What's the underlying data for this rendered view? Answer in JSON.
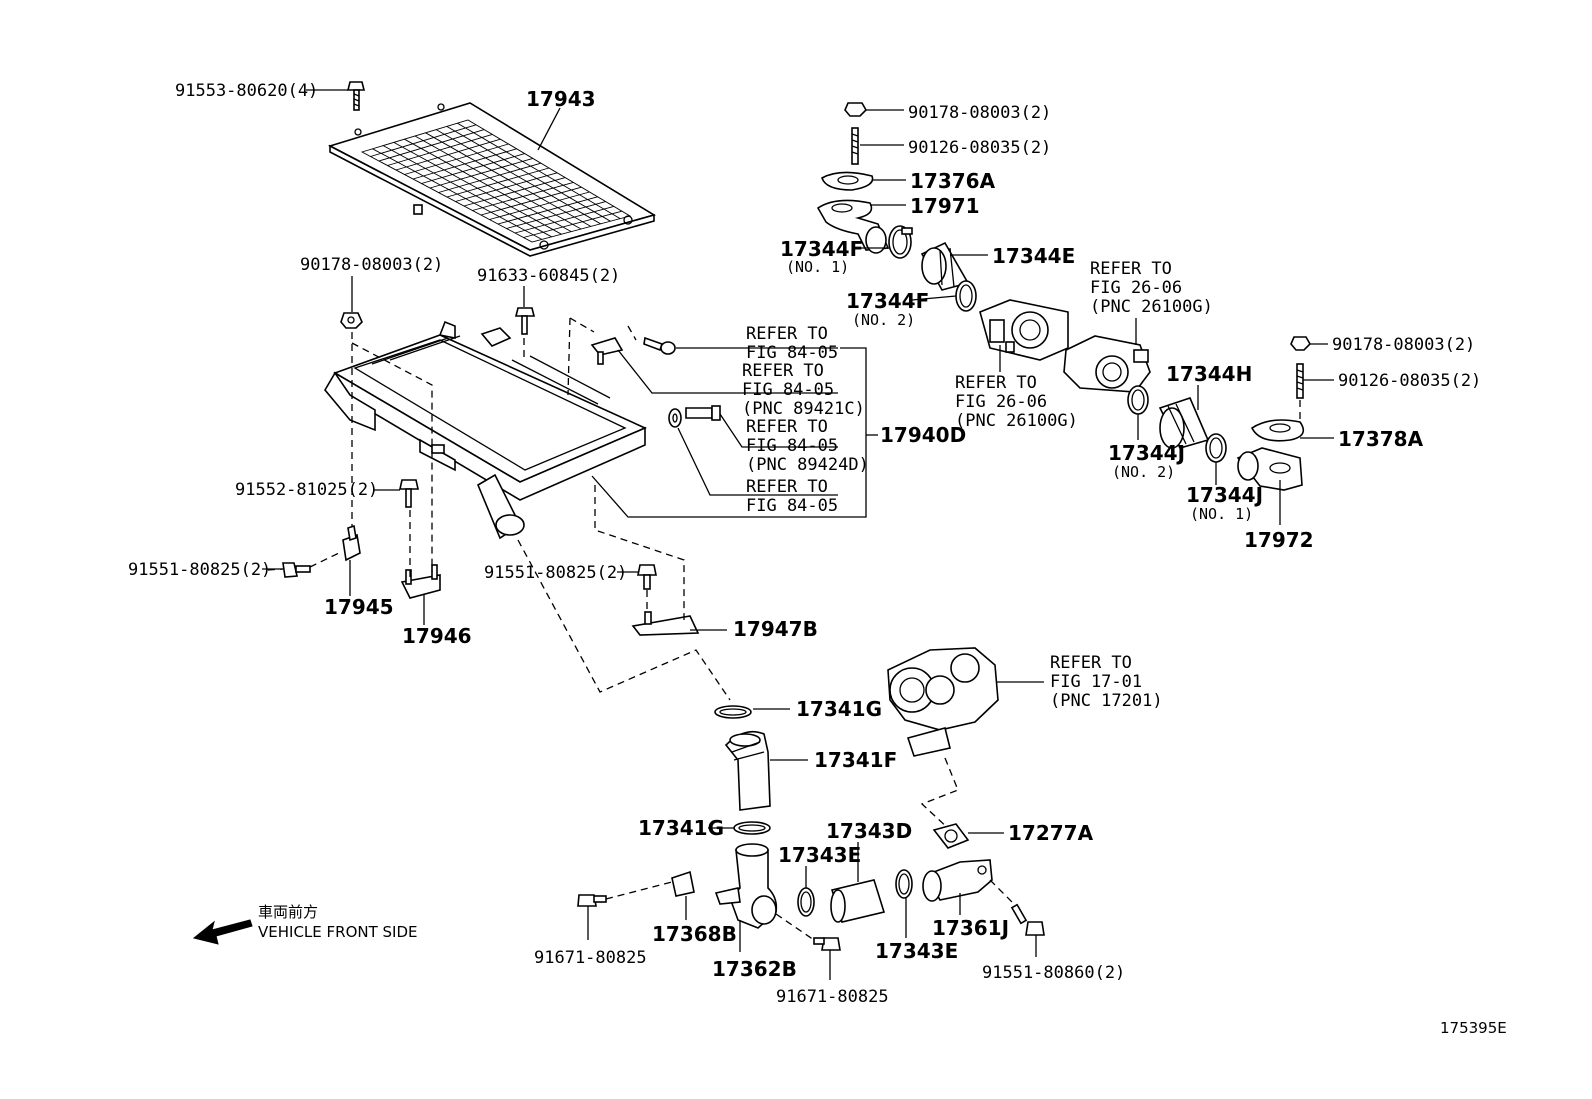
{
  "figure": {
    "id": "175395E"
  },
  "direction": {
    "jp": "車両前方",
    "en": "VEHICLE FRONT SIDE"
  },
  "labels": {
    "p91553": "91553-80620(4)",
    "p17943": "17943",
    "p90178a": "90178-08003(2)",
    "p91633": "91633-60845(2)",
    "p91552": "91552-81025(2)",
    "p91551a": "91551-80825(2)",
    "p17945": "17945",
    "p17946": "17946",
    "p91551b": "91551-80825(2)",
    "p17947B": "17947B",
    "p17940D": "17940D",
    "p90178b": "90178-08003(2)",
    "p90126a": "90126-08035(2)",
    "p17376A": "17376A",
    "p17971": "17971",
    "p17344F1": "17344F",
    "p17344F1n": "(NO. 1)",
    "p17344E": "17344E",
    "p17344F2": "17344F",
    "p17344F2n": "(NO. 2)",
    "p90178c": "90178-08003(2)",
    "p90126b": "90126-08035(2)",
    "p17344H": "17344H",
    "p17378A": "17378A",
    "p17344J2": "17344J",
    "p17344J2n": "(NO. 2)",
    "p17344J1": "17344J",
    "p17344J1n": "(NO. 1)",
    "p17972": "17972",
    "p17341G1": "17341G",
    "p17341F": "17341F",
    "p17341G2": "17341G",
    "p17343D": "17343D",
    "p17343E1": "17343E",
    "p17343E2": "17343E",
    "p17277A": "17277A",
    "p17361J": "17361J",
    "p17368B": "17368B",
    "p17362B": "17362B",
    "p91671a": "91671-80825",
    "p91671b": "91671-80825",
    "p91551c": "91551-80860(2)"
  },
  "refers": {
    "r1": [
      "REFER TO",
      "FIG 84-05"
    ],
    "r2": [
      "REFER TO",
      "FIG 84-05",
      "(PNC 89421C)"
    ],
    "r3": [
      "REFER TO",
      "FIG 84-05",
      "(PNC 89424D)"
    ],
    "r4": [
      "REFER TO",
      "FIG 84-05"
    ],
    "r5": [
      "REFER TO",
      "FIG 26-06",
      "(PNC 26100G)"
    ],
    "r6": [
      "REFER TO",
      "FIG 26-06",
      "(PNC 26100G)"
    ],
    "r7": [
      "REFER TO",
      "FIG 17-01",
      "(PNC 17201)"
    ]
  }
}
